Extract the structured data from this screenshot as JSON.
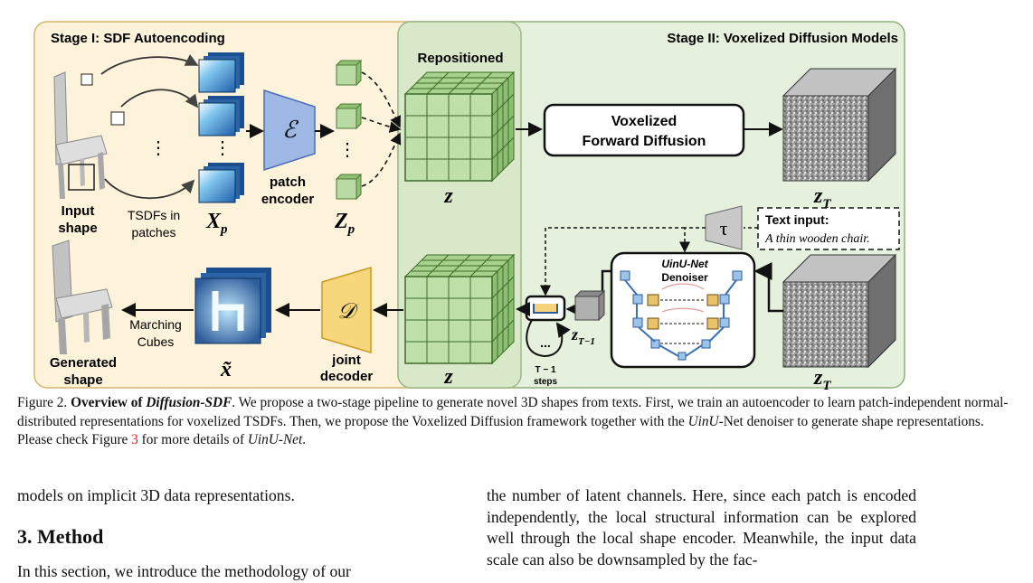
{
  "figure": {
    "stage1_title": "Stage I: SDF Autoencoding",
    "stage2_title": "Stage II: Voxelized Diffusion Models",
    "repositioned_label": "Repositioned",
    "input_shape_label_1": "Input",
    "input_shape_label_2": "shape",
    "tsdf_label_1": "TSDFs in",
    "tsdf_label_2": "patches",
    "xp_label": "X",
    "xp_sub": "p",
    "encoder_symbol": "ℰ",
    "patch_encoder_1": "patch",
    "patch_encoder_2": "encoder",
    "zp_label": "Z",
    "zp_sub": "p",
    "z_top_label": "z",
    "z_bottom_label": "z",
    "forward_diffusion_1": "Voxelized",
    "forward_diffusion_2": "Forward Diffusion",
    "zT_top_label": "z",
    "zT_top_sub": "T",
    "zT_bottom_label": "z",
    "zT_bottom_sub": "T",
    "tau_symbol": "τ",
    "text_input_title": "Text input:",
    "text_input_value": "A thin wooden chair.",
    "unet_title_1": "UinU-Net",
    "unet_title_2": "Denoiser",
    "zT1_label": "z",
    "zT1_sub": "T−1",
    "steps_dots": "...",
    "steps_label_1": "T − 1",
    "steps_label_2": "steps",
    "decoder_symbol": "𝒟",
    "joint_decoder_1": "joint",
    "joint_decoder_2": "decoder",
    "xtilde_label": "x̃",
    "marching_1": "Marching",
    "marching_2": "Cubes",
    "generated_1": "Generated",
    "generated_2": "shape",
    "vdots": "⋮"
  },
  "caption": {
    "prefix": "Figure 2.",
    "bold": "Overview of",
    "bold_italic": "Diffusion-SDF",
    "text1": ". We propose a two-stage pipeline to generate novel 3D shapes from texts. First, we train an autoencoder to learn patch-independent normal-distributed representations for voxelized TSDFs. Then, we propose the Voxelized Diffusion framework together with the ",
    "uinu1": "UinU",
    "text2": "-Net denoiser to generate shape representations. Please check Figure ",
    "ref": "3",
    "text3": " for more details of ",
    "uinu2": "UinU-Net",
    "text4": "."
  },
  "body": {
    "left_line": "models on implicit 3D data representations.",
    "section_title": "3. Method",
    "left_trunc": "In this section, we introduce the methodology of our",
    "right_text": "the number of latent channels. Here, since each patch is encoded independently, the local structural information can be explored well through the local shape encoder. Meanwhile, the input data scale can also be downsampled by the fac-"
  }
}
